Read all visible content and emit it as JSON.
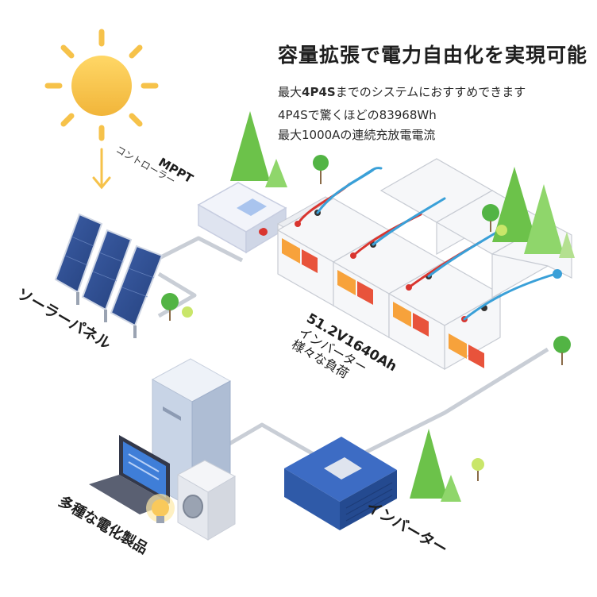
{
  "headline": "容量拡張で電力自由化を実現可能",
  "features": [
    {
      "pre": "最大",
      "bold": "4P4S",
      "post": "までのシステムにおすすめできます"
    },
    {
      "pre": "4P4Sで驚くほどの83968Wh",
      "bold": "",
      "post": ""
    },
    {
      "pre": "最大1000Aの連続充放電電流",
      "bold": "",
      "post": ""
    }
  ],
  "labels": {
    "mppt": "MPPT",
    "controller": "コントローラー",
    "solar_panel": "ソーラーパネル",
    "battery_spec": "51.2V1640Ah",
    "battery_inverter": "インバーター",
    "battery_loads": "様々な負荷",
    "inverter": "インバーター",
    "appliances": "多種な電化製品"
  },
  "colors": {
    "sun": "#f6c24a",
    "tree": "#6cc24a",
    "line": "#c9ced6",
    "inverter": "#2f5aa8",
    "controller": "#e8ecf5",
    "cable_red": "#d9352f",
    "cable_blue": "#3aa0d8"
  },
  "icons": [
    "sun-icon",
    "arrow-down-icon",
    "solar-panel-icon",
    "mppt-controller-icon",
    "battery-bank-icon",
    "inverter-icon",
    "refrigerator-icon",
    "laptop-icon",
    "washing-machine-icon",
    "light-bulb-icon",
    "tree-icon"
  ]
}
